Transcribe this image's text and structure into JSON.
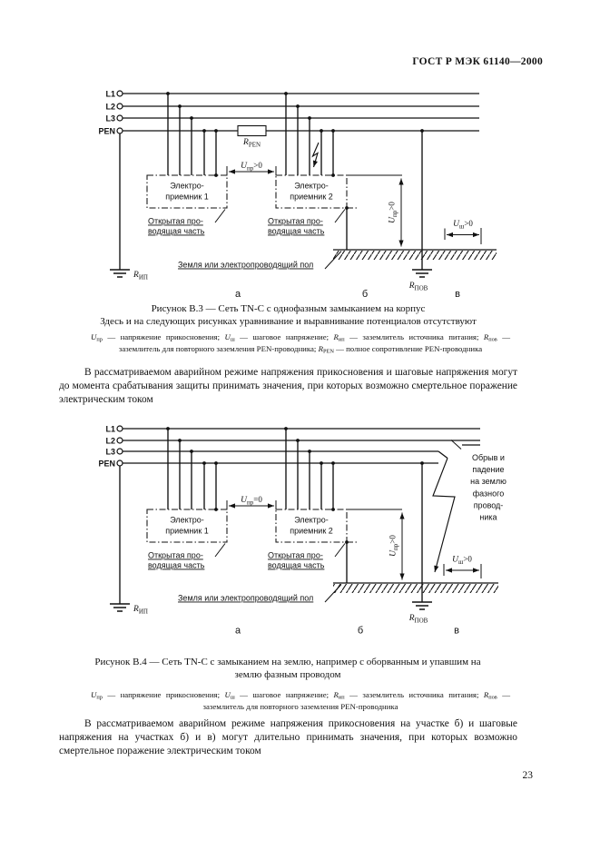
{
  "page": {
    "header": "ГОСТ Р МЭК 61140—2000",
    "number": "23"
  },
  "sym": {
    "U": "U",
    "R": "R",
    "sub_pr": "пр",
    "sub_sh": "ш",
    "sub_ip": "ИП",
    "sub_pov": "ПОВ",
    "sub_pen": "PEN",
    "gt0": ">0",
    "eq0": "=0"
  },
  "diagram": {
    "bus": [
      "L1",
      "L2",
      "L3",
      "PEN"
    ],
    "receiver1": [
      "Электро-",
      "приемник 1"
    ],
    "receiver2": [
      "Электро-",
      "приемник 2"
    ],
    "open_part": [
      "Открытая про-",
      "водящая часть"
    ],
    "ground": "Земля или электропроводящий пол",
    "zones": [
      "а",
      "б",
      "в"
    ]
  },
  "fig3": {
    "caption": "Рисунок В.3 — Сеть TN-C с однофазным замыканием на корпус",
    "note": "Здесь и на следующих рисунках уравнивание и выравнивание потенциалов отсутствуют",
    "legend": [
      {
        "i": "U",
        "sub": "пр"
      },
      {
        "t": " — напряжение прикосновения; "
      },
      {
        "i": "U",
        "sub": "ш"
      },
      {
        "t": " — шаговое напряжение; "
      },
      {
        "i": "R",
        "sub": "ип"
      },
      {
        "t": " — заземлитель источника питания; "
      },
      {
        "i": "R",
        "sub": "пов"
      },
      {
        "t": " — заземлитель для повторного заземления PEN-проводника; "
      },
      {
        "i": "R",
        "sub": "PEN"
      },
      {
        "t": " — полное сопротивление PEN-проводника"
      }
    ],
    "paragraph": "В рассматриваемом аварийном режиме напряжения прикосновения и шаговые напряжения могут до момента срабатывания защиты принимать значения, при которых возможно смертельное поражение электрическим током"
  },
  "fig4": {
    "caption": "Рисунок В.4 — Сеть TN-C с замыканием на землю, например с оборванным и упавшим на землю фазным проводом",
    "legend": [
      {
        "i": "U",
        "sub": "пр"
      },
      {
        "t": " — напряжение прикосновения; "
      },
      {
        "i": "U",
        "sub": "ш"
      },
      {
        "t": " — шаговое напряжение; "
      },
      {
        "i": "R",
        "sub": "ип"
      },
      {
        "t": " — заземлитель источника питания; "
      },
      {
        "i": "R",
        "sub": "пов"
      },
      {
        "t": " — заземлитель для повторного заземления PEN-проводника"
      }
    ],
    "break_label": [
      "Обрыв и",
      "падение",
      "на землю",
      "фазного",
      "провод-",
      "ника"
    ],
    "paragraph": "В рассматриваемом аварийном режиме напряжения прикосновения на участке б) и шаговые напряжения на участках б) и в) могут длительно принимать значения, при которых возможно смертельное поражение электрическим током"
  }
}
